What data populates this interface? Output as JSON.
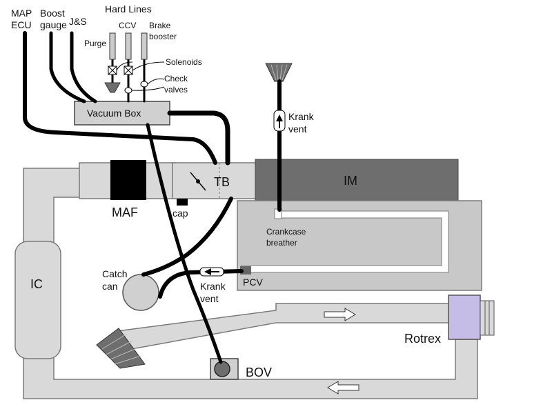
{
  "labels": {
    "map_ecu_1": "MAP",
    "map_ecu_2": "ECU",
    "boost_1": "Boost",
    "boost_2": "gauge",
    "js": "J&S",
    "hard_lines": "Hard Lines",
    "purge": "Purge",
    "ccv": "CCV",
    "brake_1": "Brake",
    "brake_2": "booster",
    "solenoids": "Solenoids",
    "check_1": "Check",
    "check_2": "valves",
    "vacuum_box": "Vacuum Box",
    "krank_vent_top_1": "Krank",
    "krank_vent_top_2": "vent",
    "tb": "TB",
    "im": "IM",
    "maf": "MAF",
    "cap": "cap",
    "crankcase_1": "Crankcase",
    "crankcase_2": "breather",
    "catch_1": "Catch",
    "catch_2": "can",
    "krank_vent_bottom_1": "Krank",
    "krank_vent_bottom_2": "vent",
    "pcv": "PCV",
    "ic": "IC",
    "rotrex": "Rotrex",
    "bov": "BOV"
  },
  "colors": {
    "pipe": "#d9d9d9",
    "pipe_outline": "#7a7a7a",
    "im": "#6e6e6e",
    "engine": "#c8c8c8",
    "maf": "#000000",
    "rotrex": "#c5bde6",
    "hose": "#000000"
  }
}
